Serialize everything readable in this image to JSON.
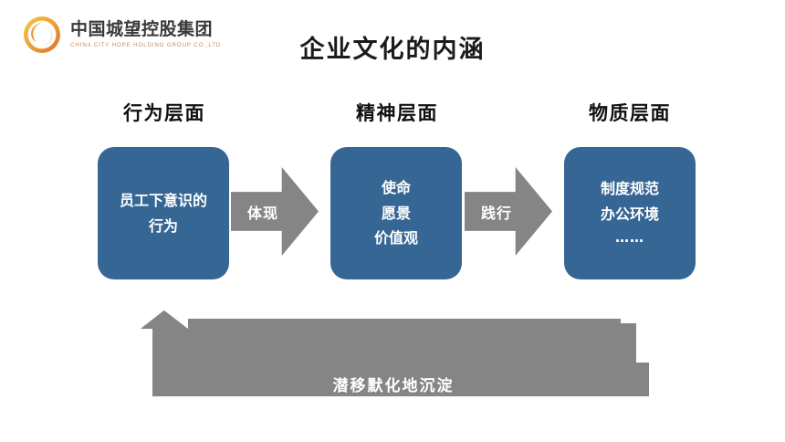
{
  "brand": {
    "name_cn": "中国城望控股集团",
    "name_en": "CHINA CITY HOPE HOLDING GROUP CO.,LTD",
    "logo_icon": "swirl-circle-logo",
    "logo_colors": [
      "#f0a53c",
      "#e8832a",
      "#f6c944",
      "#d9752a"
    ]
  },
  "slide": {
    "title": "企业文化的内涵",
    "background": "#ffffff"
  },
  "colors": {
    "box_blue": "#356694",
    "arrow_gray": "#858585",
    "title_text": "#1b1b1b",
    "box_text": "#ffffff"
  },
  "columns": [
    {
      "heading": "行为层面"
    },
    {
      "heading": "精神层面"
    },
    {
      "heading": "物质层面"
    }
  ],
  "stages": [
    {
      "lines": [
        "员工下意识的",
        "行为"
      ]
    },
    {
      "lines": [
        "使命",
        "愿景",
        "价值观"
      ]
    },
    {
      "lines": [
        "制度规范",
        "办公环境",
        "……"
      ]
    }
  ],
  "arrows": [
    {
      "label": "体现",
      "direction": "right"
    },
    {
      "label": "践行",
      "direction": "right"
    }
  ],
  "feedback_loop": {
    "label": "潜移默化地沉淀",
    "direction": "right-to-left-up",
    "color": "#858585"
  }
}
